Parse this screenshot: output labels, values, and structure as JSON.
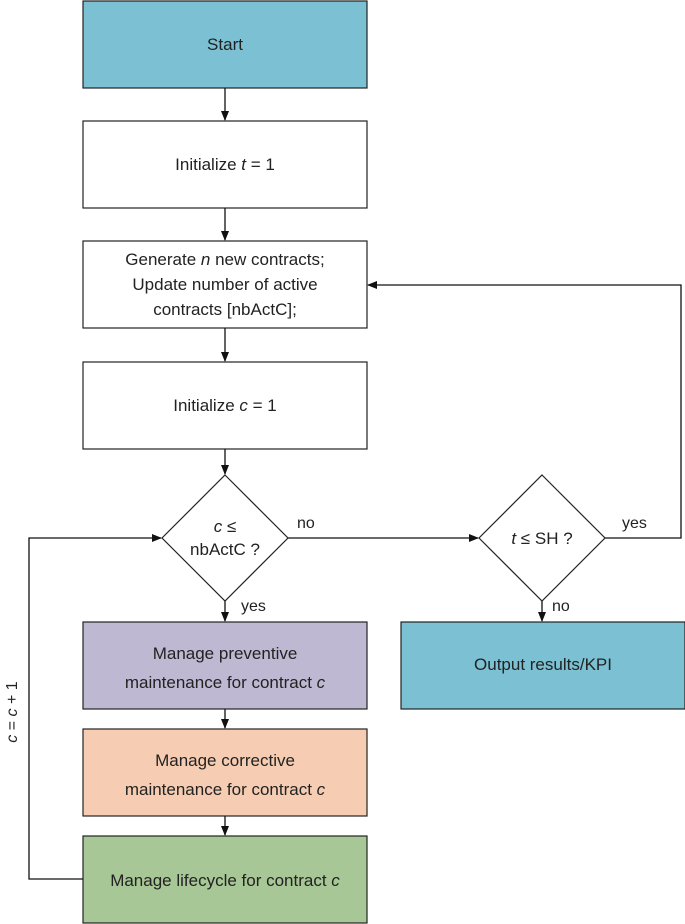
{
  "colors": {
    "start": "#7bc1d3",
    "plain": "#ffffff",
    "preventive": "#bfb8d2",
    "corrective": "#f6cdb2",
    "lifecycle": "#a8c796",
    "output": "#7bc1d3"
  },
  "nodes": {
    "start": "Start",
    "init_t": [
      "Initialize ",
      "t",
      " = 1"
    ],
    "generate": {
      "line1": [
        "Generate ",
        "n",
        " new contracts;"
      ],
      "line2": "Update number of active",
      "line3": "contracts [nbActC];"
    },
    "init_c": [
      "Initialize ",
      "c",
      " = 1"
    ],
    "decision_c": {
      "line1": [
        "c",
        " ≤"
      ],
      "line2": "nbActC ?"
    },
    "decision_t": [
      "t",
      " ≤  SH ?"
    ],
    "preventive": {
      "line1": "Manage preventive",
      "line2": [
        "maintenance for contract ",
        "c"
      ]
    },
    "corrective": {
      "line1": "Manage corrective",
      "line2": [
        "maintenance for contract ",
        "c"
      ]
    },
    "lifecycle": [
      "Manage lifecycle for contract ",
      "c"
    ],
    "output": "Output results/KPI"
  },
  "edge_labels": {
    "no_c": "no",
    "yes_c": "yes",
    "yes_t": "yes",
    "no_t": "no",
    "loop": [
      "c",
      " = ",
      "c",
      " + 1"
    ]
  }
}
